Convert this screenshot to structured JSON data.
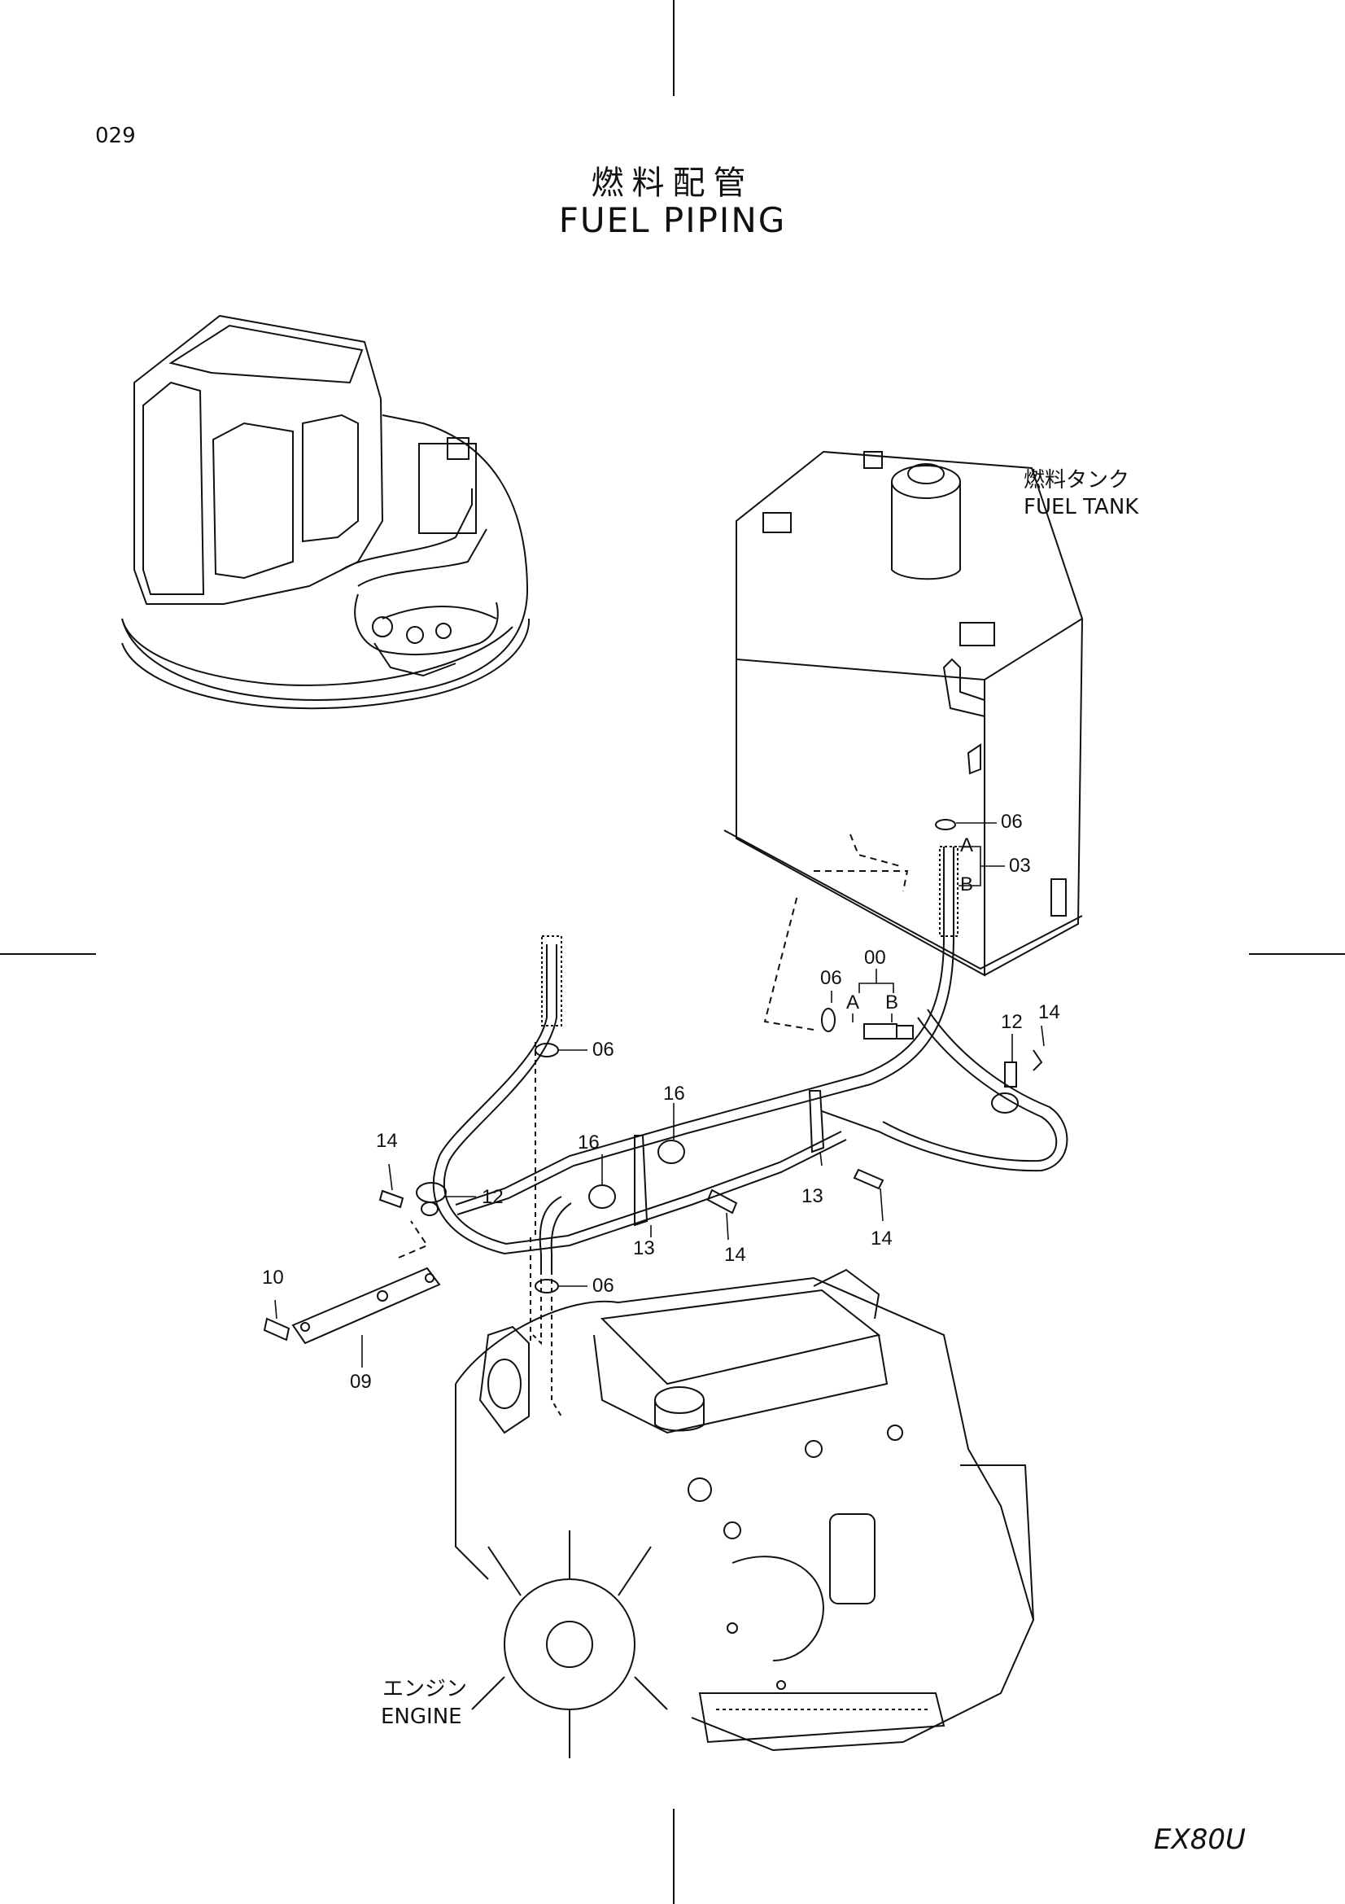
{
  "page_number": "029",
  "title": {
    "jp": "燃料配管",
    "en": "FUEL PIPING"
  },
  "fuel_tank": {
    "jp": "燃料タンク",
    "en": "FUEL  TANK"
  },
  "engine": {
    "jp": "エンジン",
    "en": "ENGINE"
  },
  "model": "EX80U",
  "callouts": {
    "c06_tank": "06",
    "a_tank": "A",
    "b_tank": "B",
    "c03": "03",
    "c00": "00",
    "c06_hose": "06",
    "a_hose": "A",
    "b_hose": "B",
    "c12_right": "12",
    "c14_right_top": "14",
    "c06_upper": "06",
    "c16_a": "16",
    "c16_b": "16",
    "c14_left": "14",
    "c12_left": "12",
    "c13_a": "13",
    "c13_b": "13",
    "c14_mid": "14",
    "c14_right_bottom": "14",
    "c10": "10",
    "c09": "09",
    "c06_lower": "06"
  }
}
